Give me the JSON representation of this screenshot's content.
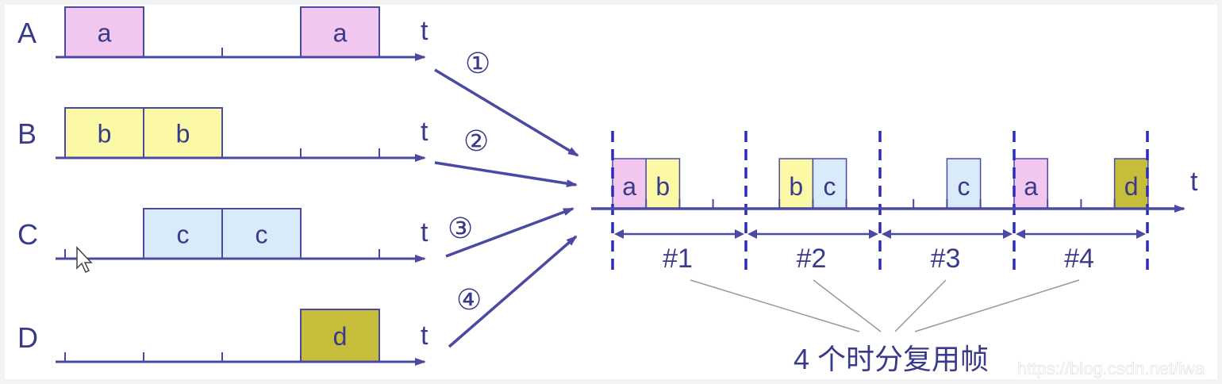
{
  "rows": [
    {
      "label": "A",
      "axis_label": "t",
      "color": "#f1c6ef",
      "blocks": [
        {
          "text": "a",
          "slot": 0,
          "span": 1
        },
        {
          "text": "a",
          "slot": 3,
          "span": 1
        }
      ]
    },
    {
      "label": "B",
      "axis_label": "t",
      "color": "#fbf9a6",
      "blocks": [
        {
          "text": "b",
          "slot": 0,
          "span": 1
        },
        {
          "text": "b",
          "slot": 1,
          "span": 1
        }
      ]
    },
    {
      "label": "C",
      "axis_label": "t",
      "color": "#d9ebfa",
      "blocks": [
        {
          "text": "c",
          "slot": 1,
          "span": 1
        },
        {
          "text": "c",
          "slot": 2,
          "span": 1
        }
      ]
    },
    {
      "label": "D",
      "axis_label": "t",
      "color": "#c6bd3a",
      "blocks": [
        {
          "text": "d",
          "slot": 3,
          "span": 1
        }
      ]
    }
  ],
  "arrow_labels": [
    "①",
    "②",
    "③",
    "④"
  ],
  "multiplexed": {
    "axis_label": "t",
    "frames": [
      {
        "label": "#1",
        "blocks": [
          {
            "text": "a",
            "color": "#f1c6ef"
          },
          {
            "text": "b",
            "color": "#fbf9a6"
          },
          null,
          null
        ]
      },
      {
        "label": "#2",
        "blocks": [
          null,
          {
            "text": "b",
            "color": "#fbf9a6"
          },
          {
            "text": "c",
            "color": "#d9ebfa"
          },
          null
        ]
      },
      {
        "label": "#3",
        "blocks": [
          null,
          null,
          {
            "text": "c",
            "color": "#d9ebfa"
          },
          null
        ]
      },
      {
        "label": "#4",
        "blocks": [
          {
            "text": "a",
            "color": "#f1c6ef"
          },
          null,
          null,
          {
            "text": "d",
            "color": "#c6bd3a"
          }
        ]
      }
    ]
  },
  "caption": "4 个时分复用帧",
  "watermark": "https://blog.csdn.net/iwa",
  "colors": {
    "line": "#4b4aa2",
    "text": "#3a3a8a",
    "dash": "#2c2cb8",
    "pointer": "#999999"
  }
}
